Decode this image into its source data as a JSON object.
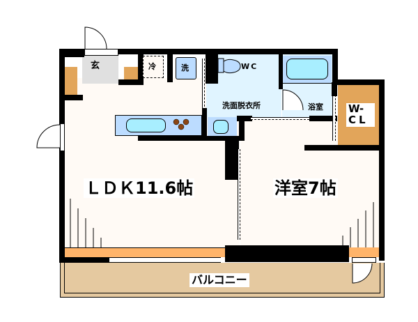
{
  "floorplan": {
    "rooms": {
      "ldk": {
        "label": "ＬＤＫ11.6帖"
      },
      "western_room": {
        "label": "洋室7帖"
      },
      "entrance": {
        "label": "玄"
      },
      "wc": {
        "label": "WC"
      },
      "washroom": {
        "label": "洗面脱衣所"
      },
      "bathroom": {
        "label": "浴室"
      },
      "walk_in_closet": {
        "label_line1": "W-",
        "label_line2": "CL"
      },
      "balcony": {
        "label": "バルコニー"
      }
    },
    "fixtures": {
      "fridge": {
        "label": "冷"
      },
      "washer": {
        "label": "洗"
      }
    },
    "colors": {
      "wall": "#000000",
      "floor": "#fffaf5",
      "wet_area": "#e0f4ff",
      "fixture": "#bcdcff",
      "tub": "#a8eeff",
      "storage": "#e2a55a",
      "sill": "#ffb46a",
      "balcony": "#e5c9a0",
      "burner": "#8b4513"
    }
  }
}
